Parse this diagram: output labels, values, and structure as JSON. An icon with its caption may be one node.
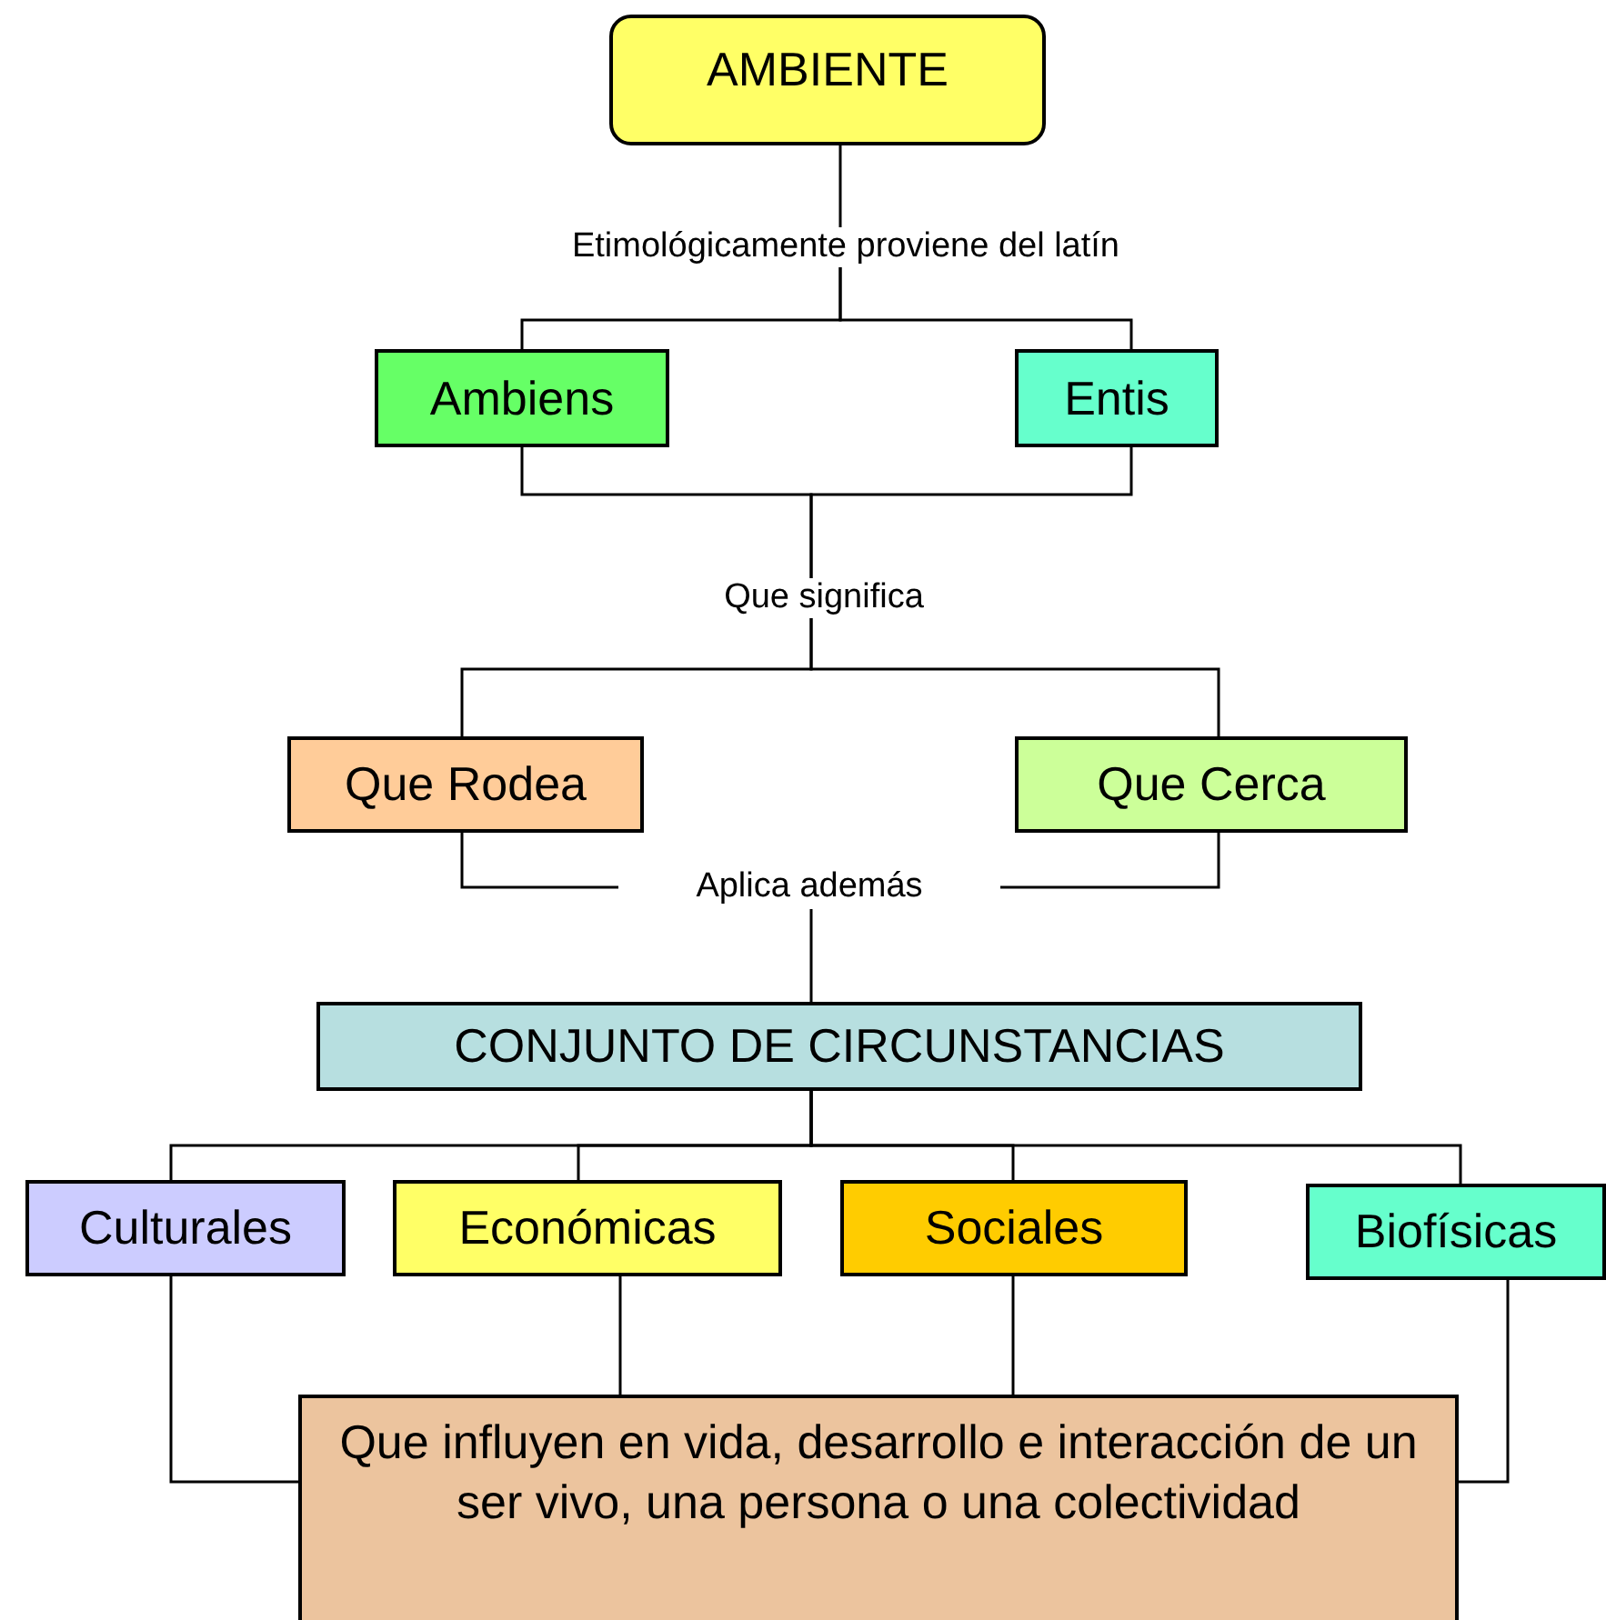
{
  "diagram": {
    "nodes": [
      {
        "text": [
          "AMBIENTE"
        ]
      },
      {
        "text": [
          "Etimológicamente proviene del latín"
        ]
      },
      {
        "text": [
          "Ambiens"
        ]
      },
      {
        "text": [
          "Entis"
        ]
      },
      {
        "text": [
          "Que significa"
        ]
      },
      {
        "text": [
          "Que Rodea"
        ]
      },
      {
        "text": [
          "Que Cerca"
        ]
      },
      {
        "text": [
          "Aplica además"
        ]
      },
      {
        "text": [
          "CONJUNTO DE CIRCUNSTANCIAS"
        ]
      },
      {
        "text": [
          "Culturales"
        ]
      },
      {
        "text": [
          "Económicas"
        ]
      },
      {
        "text": [
          "Sociales"
        ]
      },
      {
        "text": [
          "Biofísicas"
        ]
      },
      {
        "text": [
          "Que influyen en vida, desarrollo e interacción de un ser vivo, una persona o una colectividad"
        ]
      }
    ],
    "edges": [
      {
        "from": 0,
        "to": 1,
        "arrow": "none"
      },
      {
        "from": 1,
        "to": 2,
        "arrow": "none"
      },
      {
        "from": 1,
        "to": 3,
        "arrow": "none"
      },
      {
        "from": 2,
        "to": 4,
        "arrow": "none"
      },
      {
        "from": 3,
        "to": 4,
        "arrow": "none"
      },
      {
        "from": 4,
        "to": 5,
        "arrow": "none"
      },
      {
        "from": 4,
        "to": 6,
        "arrow": "none"
      },
      {
        "from": 5,
        "to": 7,
        "arrow": "none"
      },
      {
        "from": 6,
        "to": 7,
        "arrow": "none"
      },
      {
        "from": 7,
        "to": 8,
        "arrow": "none"
      },
      {
        "from": 8,
        "to": 9,
        "arrow": "none"
      },
      {
        "from": 8,
        "to": 10,
        "arrow": "none"
      },
      {
        "from": 8,
        "to": 11,
        "arrow": "none"
      },
      {
        "from": 8,
        "to": 12,
        "arrow": "none"
      },
      {
        "from": 9,
        "to": 13,
        "arrow": "none"
      },
      {
        "from": 10,
        "to": 13,
        "arrow": "none"
      },
      {
        "from": 11,
        "to": 13,
        "arrow": "none"
      },
      {
        "from": 12,
        "to": 13,
        "arrow": "none"
      }
    ]
  }
}
